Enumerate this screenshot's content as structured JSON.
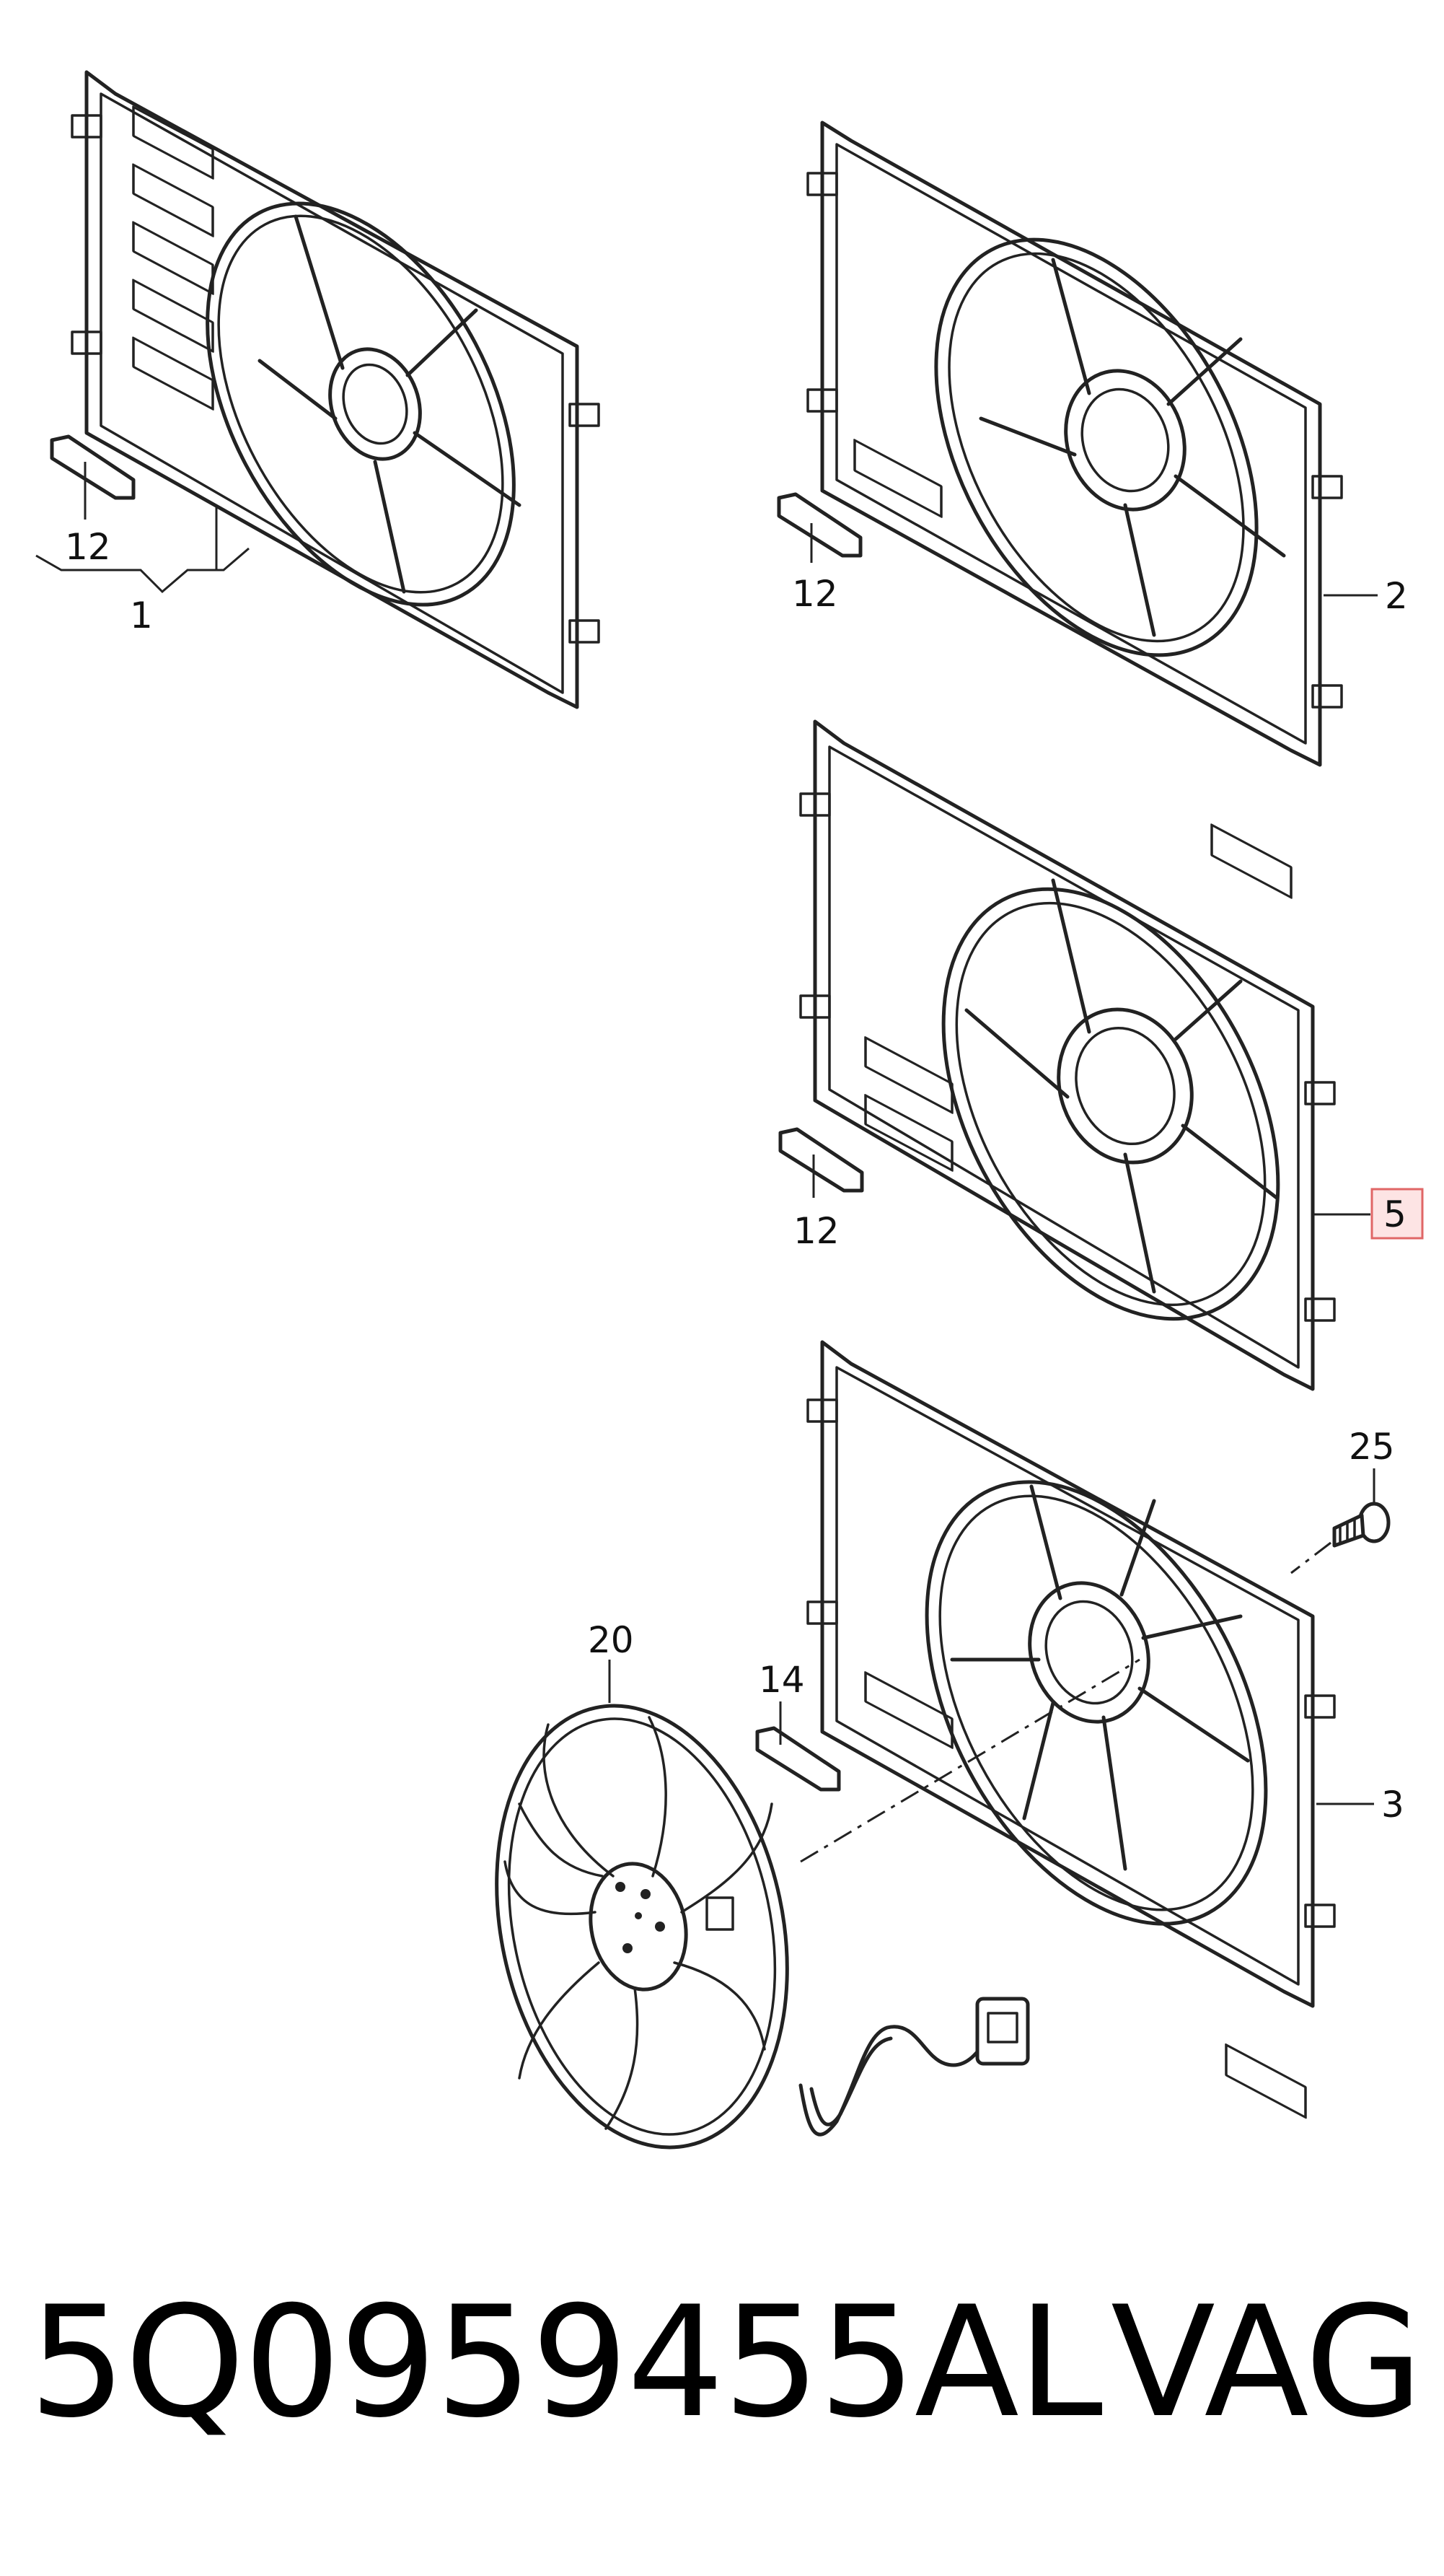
{
  "callouts": {
    "c1": "1",
    "c2": "2",
    "c3": "3",
    "c5": "5",
    "c12a": "12",
    "c12b": "12",
    "c12c": "12",
    "c14": "14",
    "c20": "20",
    "c25": "25"
  },
  "colors": {
    "line": "#222222",
    "highlight_fill": "#fde4e4",
    "highlight_stroke": "#e06666"
  },
  "footer": {
    "part_number": "5Q0959455AL",
    "brand": "VAG"
  }
}
